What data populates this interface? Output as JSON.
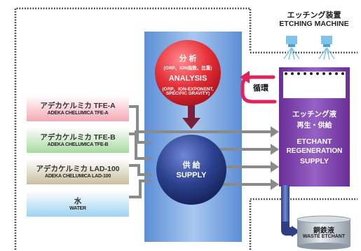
{
  "machine": {
    "title_jp": "エッチング装置",
    "title_en": "ETCHING MACHINE"
  },
  "analysis": {
    "jp": "分 析",
    "jp_sub": "(ORP、ION指数、比重)",
    "en": "ANALYSIS",
    "en_sub1": "(ORP、ION-EXPONENT,",
    "en_sub2": "SPECIFIC GRAVITY)"
  },
  "circulation": {
    "label": "循環"
  },
  "supply": {
    "jp": "供 給",
    "en": "SUPPLY"
  },
  "etchant": {
    "jp1": "エッチング液",
    "jp2": "再生・供給",
    "en1": "ETCHANT",
    "en2": "REGENERATION",
    "en3": "SUPPLY"
  },
  "sources": [
    {
      "jp": "アデカケルミカ TFE-A",
      "en": "ADEKA CHELUMICA TFE-A"
    },
    {
      "jp": "アデカケルミカ TFE-B",
      "en": "ADEKA CHELUMICA TFE-B"
    },
    {
      "jp": "アデカケルミカ LAD-100",
      "en": "ADEKA CHELUMICA LAD-100"
    },
    {
      "jp": "水",
      "en": "WATER"
    }
  ],
  "waste": {
    "jp": "銅鉄液",
    "en": "WASTE ETCHANT"
  },
  "colors": {
    "panel": "#5b8bd0",
    "analysis": "#e8323c",
    "supply": "#2b3f8c",
    "etchant": "#7a3fa6",
    "arrow": "#8a8a8a",
    "circulation": "#e0245a"
  }
}
